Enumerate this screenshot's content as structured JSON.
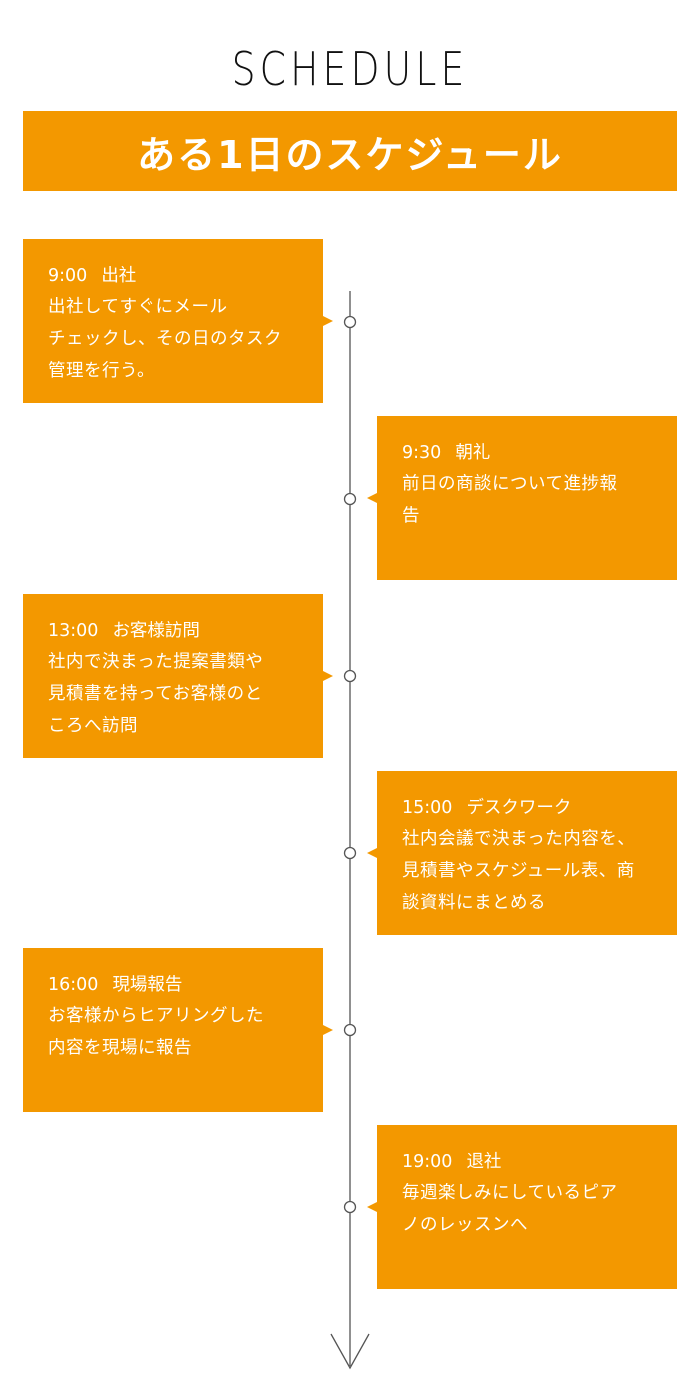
{
  "heading": "SCHEDULE",
  "banner_title": "ある1日のスケジュール",
  "colors": {
    "accent": "#f39800",
    "line": "#555555",
    "text_on_accent": "#ffffff"
  },
  "icons": {
    "timeline_end": "arrow-down-icon",
    "timeline_marker": "circle-marker-icon"
  },
  "events": [
    {
      "time": "9:00",
      "title": "出社",
      "body_lines": [
        "出社してすぐにメール",
        "チェックし、その日のタスク",
        "管理を行う。"
      ]
    },
    {
      "time": "9:30",
      "title": "朝礼",
      "body_lines": [
        "前日の商談について進捗報",
        "告"
      ]
    },
    {
      "time": "13:00",
      "title": "お客様訪問",
      "body_lines": [
        "社内で決まった提案書類や",
        "見積書を持ってお客様のと",
        "ころへ訪問"
      ]
    },
    {
      "time": "15:00",
      "title": "デスクワーク",
      "body_lines": [
        "社内会議で決まった内容を、",
        "見積書やスケジュール表、商",
        "談資料にまとめる"
      ]
    },
    {
      "time": "16:00",
      "title": "現場報告",
      "body_lines": [
        "お客様からヒアリングした",
        "内容を現場に報告"
      ]
    },
    {
      "time": "19:00",
      "title": "退社",
      "body_lines": [
        "毎週楽しみにしているピア",
        "ノのレッスンへ"
      ]
    }
  ]
}
